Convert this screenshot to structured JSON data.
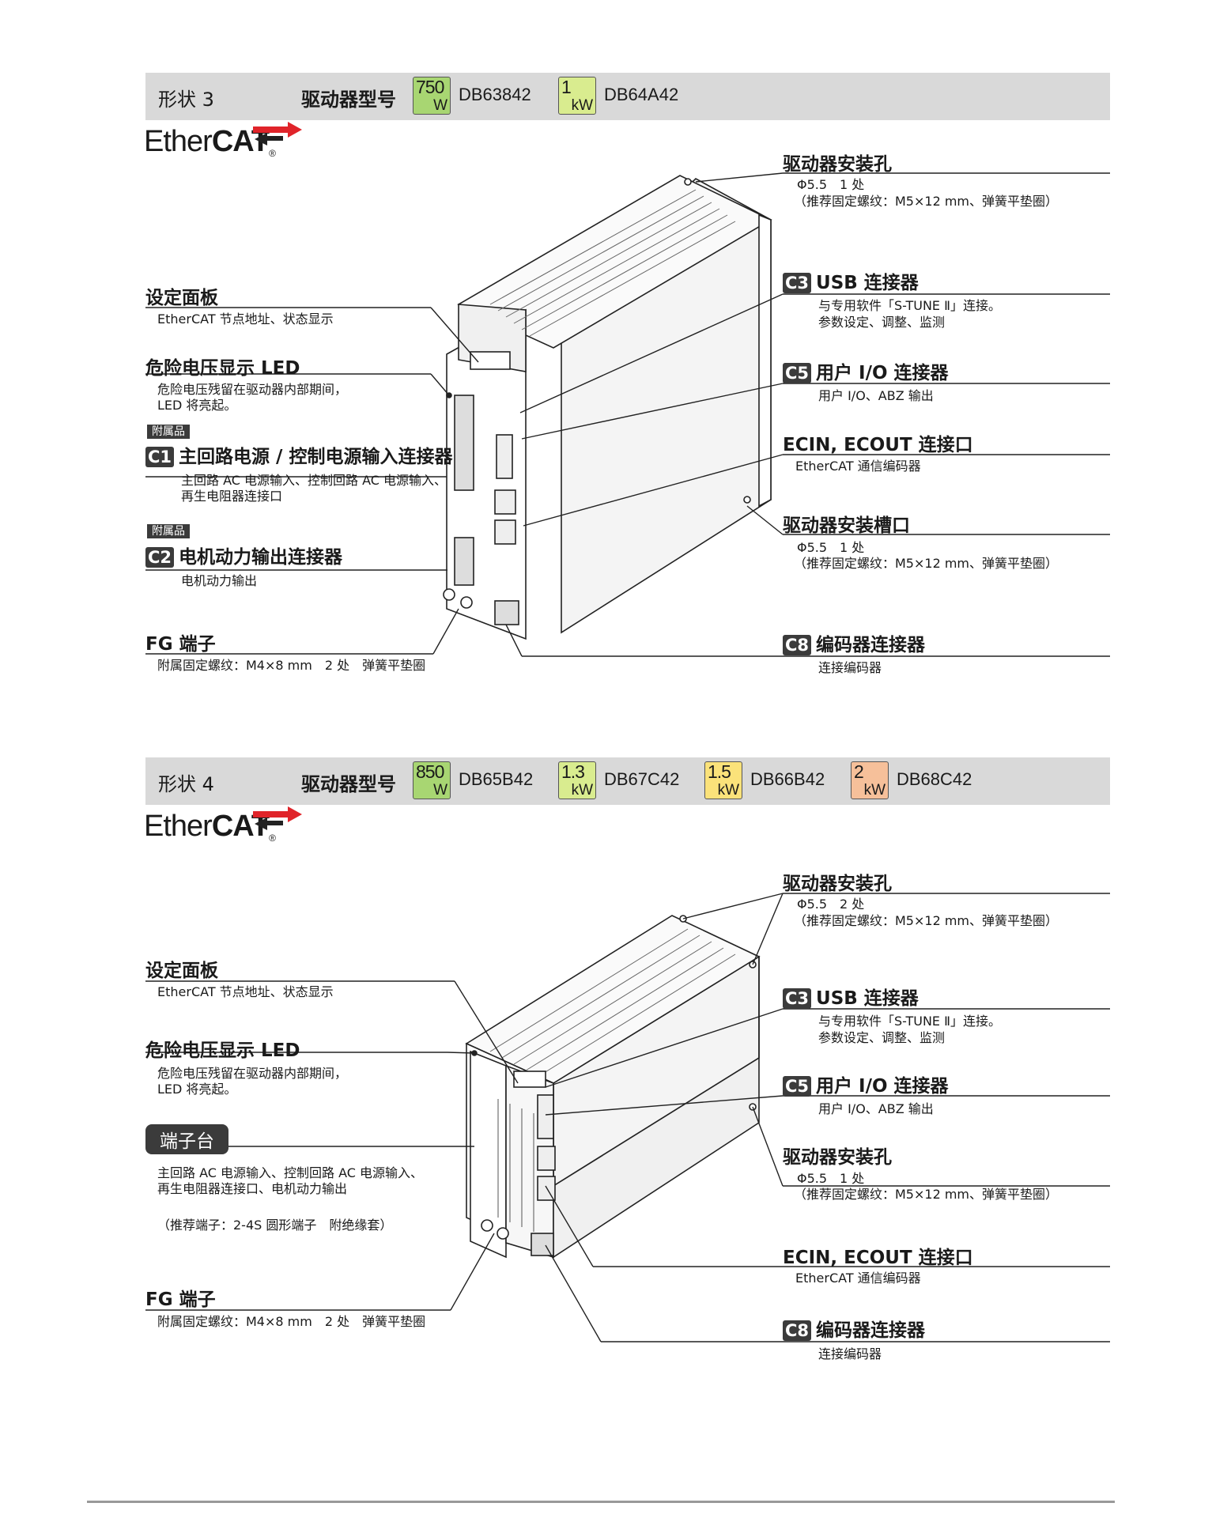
{
  "shape3": {
    "label": "形状 3",
    "model_label": "驱动器型号",
    "badges": [
      {
        "num": "750",
        "unit": "W",
        "color": "#a8d672",
        "model": "DB63842"
      },
      {
        "num": "1",
        "unit": "kW",
        "color": "#d9ec8f",
        "model": "DB64A42"
      }
    ],
    "logo": {
      "light": "Ether",
      "bold": "CAT",
      "reg": "®"
    },
    "callouts": {
      "mount_hole": {
        "title": "驱动器安装孔",
        "desc1": "Φ5.5　1 处",
        "desc2": "（推荐固定螺纹：M5×12 mm、弹簧平垫圈）"
      },
      "usb": {
        "code": "C3",
        "title": "USB 连接器",
        "desc1": "与专用软件「S-TUNE Ⅱ」连接。",
        "desc2": "参数设定、调整、监测"
      },
      "io": {
        "code": "C5",
        "title": "用户 I/O 连接器",
        "desc1": "用户 I/O、ABZ 输出"
      },
      "ecin": {
        "title": "ECIN, ECOUT 连接口",
        "desc1": "EtherCAT 通信编码器"
      },
      "mount_slot": {
        "title": "驱动器安装槽口",
        "desc1": "Φ5.5　1 处",
        "desc2": "（推荐固定螺纹：M5×12 mm、弹簧平垫圈）"
      },
      "encoder": {
        "code": "C8",
        "title": "编码器连接器",
        "desc1": "连接编码器"
      },
      "panel": {
        "title": "设定面板",
        "desc1": "EtherCAT 节点地址、状态显示"
      },
      "led": {
        "title": "危险电压显示 LED",
        "desc1": "危险电压残留在驱动器内部期间，",
        "desc2": "LED 将亮起。"
      },
      "c1": {
        "accessory": "附属品",
        "code": "C1",
        "title": "主回路电源 / 控制电源输入连接器",
        "desc1": "主回路 AC 电源输入、控制回路 AC 电源输入、",
        "desc2": "再生电阻器连接口"
      },
      "c2": {
        "accessory": "附属品",
        "code": "C2",
        "title": "电机动力输出连接器",
        "desc1": "电机动力输出"
      },
      "fg": {
        "title": "FG 端子",
        "desc1": "附属固定螺纹：M4×8 mm　2 处　弹簧平垫圈"
      }
    }
  },
  "shape4": {
    "label": "形状 4",
    "model_label": "驱动器型号",
    "badges": [
      {
        "num": "850",
        "unit": "W",
        "color": "#a8d672",
        "model": "DB65B42"
      },
      {
        "num": "1.3",
        "unit": "kW",
        "color": "#d9ec8f",
        "model": "DB67C42"
      },
      {
        "num": "1.5",
        "unit": "kW",
        "color": "#fbe27a",
        "model": "DB66B42"
      },
      {
        "num": "2",
        "unit": "kW",
        "color": "#f6c09a",
        "model": "DB68C42"
      }
    ],
    "logo": {
      "light": "Ether",
      "bold": "CAT",
      "reg": "®"
    },
    "callouts": {
      "mount_hole": {
        "title": "驱动器安装孔",
        "desc1": "Φ5.5　2 处",
        "desc2": "（推荐固定螺纹：M5×12 mm、弹簧平垫圈）"
      },
      "usb": {
        "code": "C3",
        "title": "USB 连接器",
        "desc1": "与专用软件「S-TUNE Ⅱ」连接。",
        "desc2": "参数设定、调整、监测"
      },
      "io": {
        "code": "C5",
        "title": "用户 I/O 连接器",
        "desc1": "用户 I/O、ABZ 输出"
      },
      "mount_hole2": {
        "title": "驱动器安装孔",
        "desc1": "Φ5.5　1 处",
        "desc2": "（推荐固定螺纹：M5×12 mm、弹簧平垫圈）"
      },
      "ecin": {
        "title": "ECIN, ECOUT 连接口",
        "desc1": "EtherCAT 通信编码器"
      },
      "encoder": {
        "code": "C8",
        "title": "编码器连接器",
        "desc1": "连接编码器"
      },
      "panel": {
        "title": "设定面板",
        "desc1": "EtherCAT 节点地址、状态显示"
      },
      "led": {
        "title": "危险电压显示 LED",
        "desc1": "危险电压残留在驱动器内部期间，",
        "desc2": "LED 将亮起。"
      },
      "terminal": {
        "label": "端子台",
        "desc1": "主回路 AC 电源输入、控制回路 AC 电源输入、",
        "desc2": "再生电阻器连接口、电机动力输出",
        "desc3": "（推荐端子：2-4S 圆形端子　附绝缘套）"
      },
      "fg": {
        "title": "FG 端子",
        "desc1": "附属固定螺纹：M4×8 mm　2 处　弹簧平垫圈"
      }
    }
  }
}
